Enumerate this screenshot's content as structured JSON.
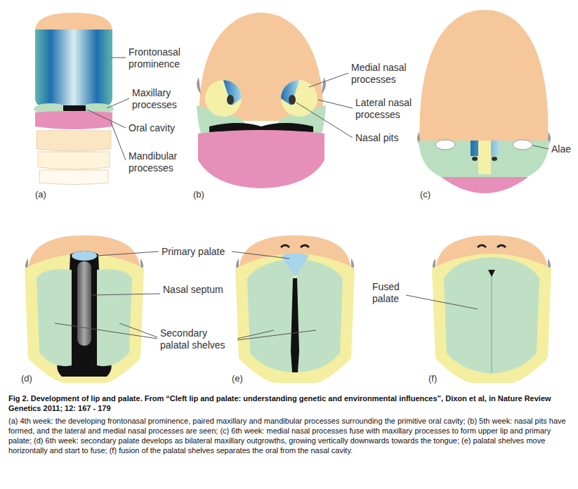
{
  "diagram": {
    "caption": "Fig 2. Development of lip and palate. From “Cleft lip and palate: understanding genetic and environmental influences”, Dixon et al, in Nature Review Genetics 2011; 12: 167 - 179",
    "labels": [
      "Frontonasal prominence",
      "Maxillary processes",
      "Oral cavity",
      "Mandibular processes",
      "(a)",
      "Medial nasal processes",
      "Lateral nasal processes",
      "Nasal pits",
      "(b)",
      "Alae",
      "(c)",
      "Primary palate",
      "Nasal septum",
      "Secondary palatal shelves",
      "(d)",
      "(e)",
      "Fused palate",
      "(f)",
      "(a) 4th week: the developing frontonasal prominence, paired maxillary and mandibular processes surrounding the primitive oral cavity; (b) 5th week: nasal pits have formed, and the lateral and medial nasal processes are seen; (c) 6th week: medial nasal processes fuse with maxillary processes to form upper lip and primary palate; (d) 6th week: secondary palate develops as bilateral maxillary outgrowths, growing vertically downwards towards the tongue; (e) palatal shelves move horizontally and start to fuse; (f) fusion of the palatal shelves separates the oral from the nasal cavity."
    ]
  }
}
